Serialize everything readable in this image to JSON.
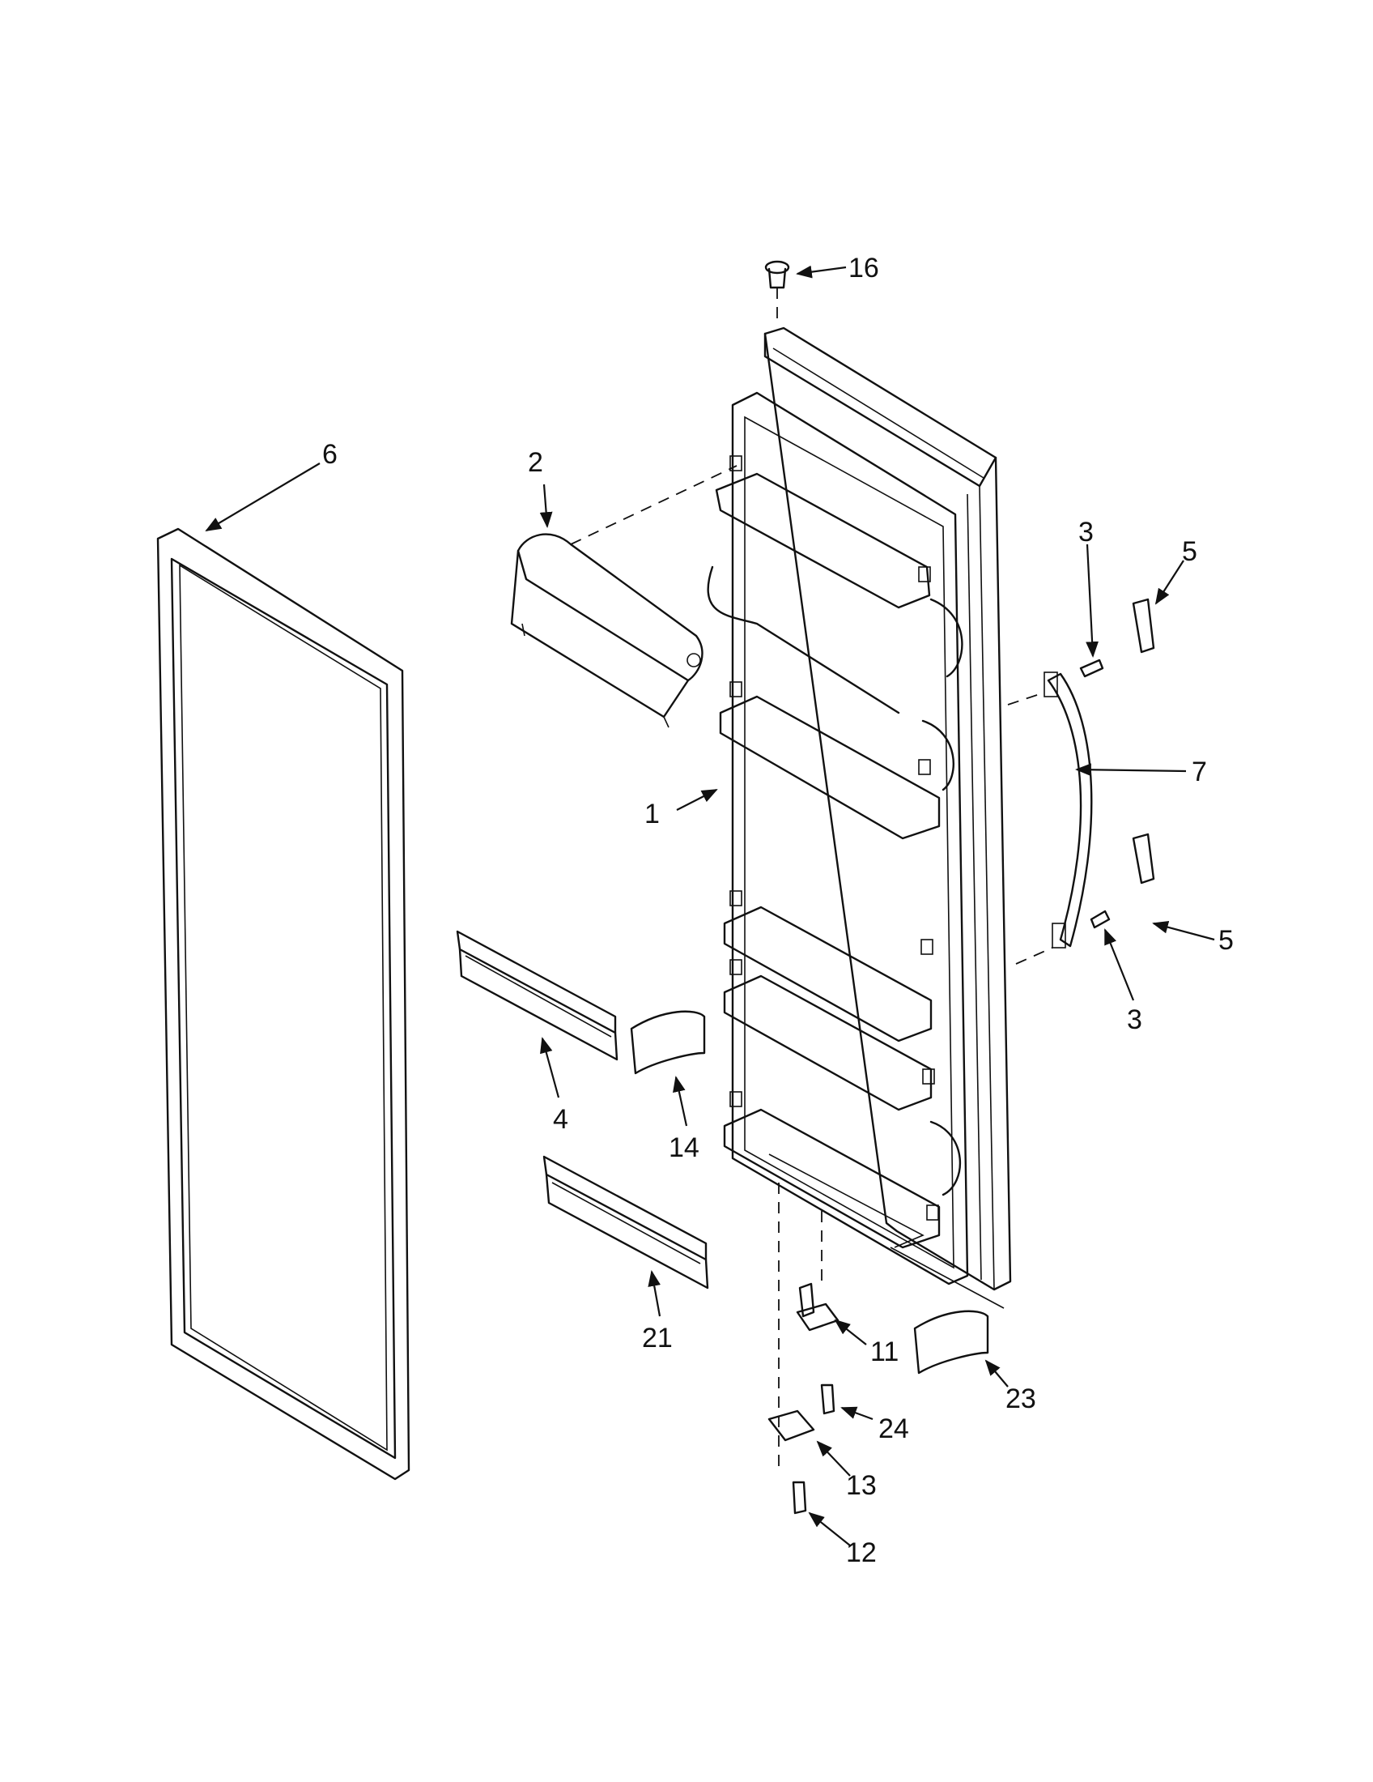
{
  "callouts": {
    "c1": "1",
    "c2": "2",
    "c3a": "3",
    "c3b": "3",
    "c4": "4",
    "c5a": "5",
    "c5b": "5",
    "c6": "6",
    "c7": "7",
    "c11": "11",
    "c12": "12",
    "c13": "13",
    "c14": "14",
    "c16": "16",
    "c21": "21",
    "c23": "23",
    "c24": "24"
  }
}
